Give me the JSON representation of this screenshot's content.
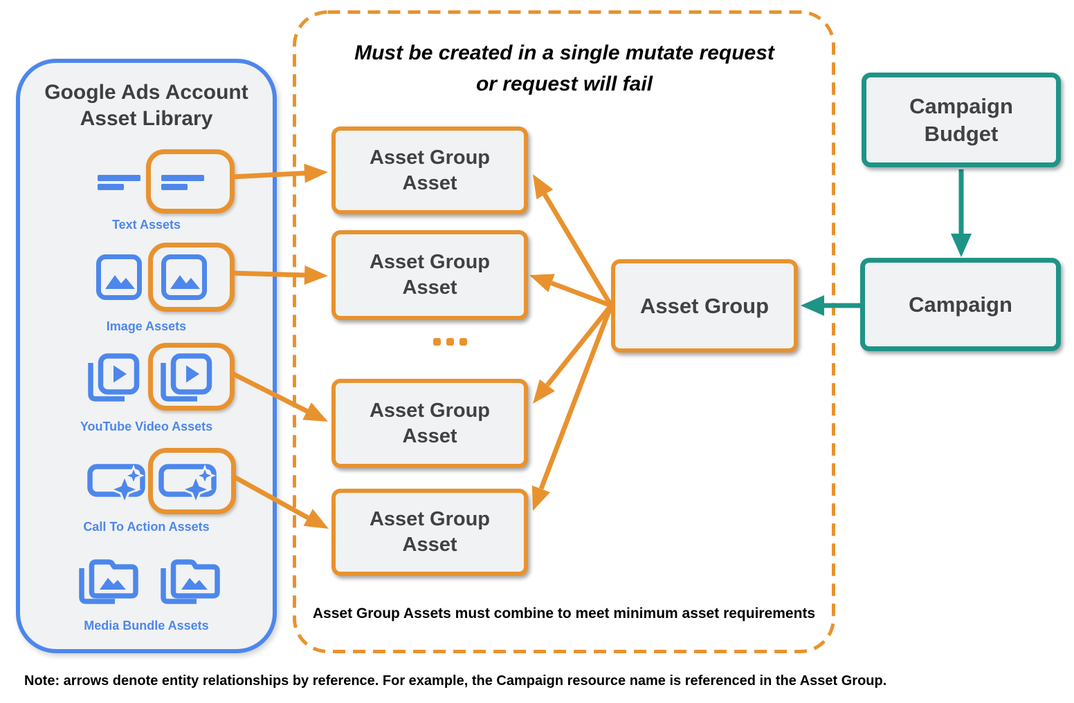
{
  "library": {
    "title": "Google Ads Account\nAsset Library",
    "rows": [
      {
        "label": "Text Assets",
        "icon": "text-asset-icon"
      },
      {
        "label": "Image Assets",
        "icon": "image-asset-icon"
      },
      {
        "label": "YouTube Video Assets",
        "icon": "youtube-video-asset-icon"
      },
      {
        "label": "Call To Action Assets",
        "icon": "call-to-action-asset-icon"
      },
      {
        "label": "Media Bundle Assets",
        "icon": "media-bundle-asset-icon"
      }
    ]
  },
  "mutate_panel": {
    "title": "Must be created in a single mutate request\nor request will fail",
    "asset_group_asset_label": "Asset Group\nAsset",
    "ellipsis_hint": "more asset group assets",
    "footnote": "Asset Group Assets must combine to meet minimum asset requirements"
  },
  "entities": {
    "asset_group": "Asset Group",
    "campaign_budget": "Campaign\nBudget",
    "campaign": "Campaign"
  },
  "note": "Note: arrows denote entity relationships by reference. For example, the Campaign resource name is referenced in the Asset Group.",
  "colors": {
    "blue": "#4C87EC",
    "orange": "#E8922F",
    "teal": "#1E9487",
    "box_fill": "#F1F2F3",
    "dark_text": "#3F4245",
    "black_text": "#000000"
  }
}
